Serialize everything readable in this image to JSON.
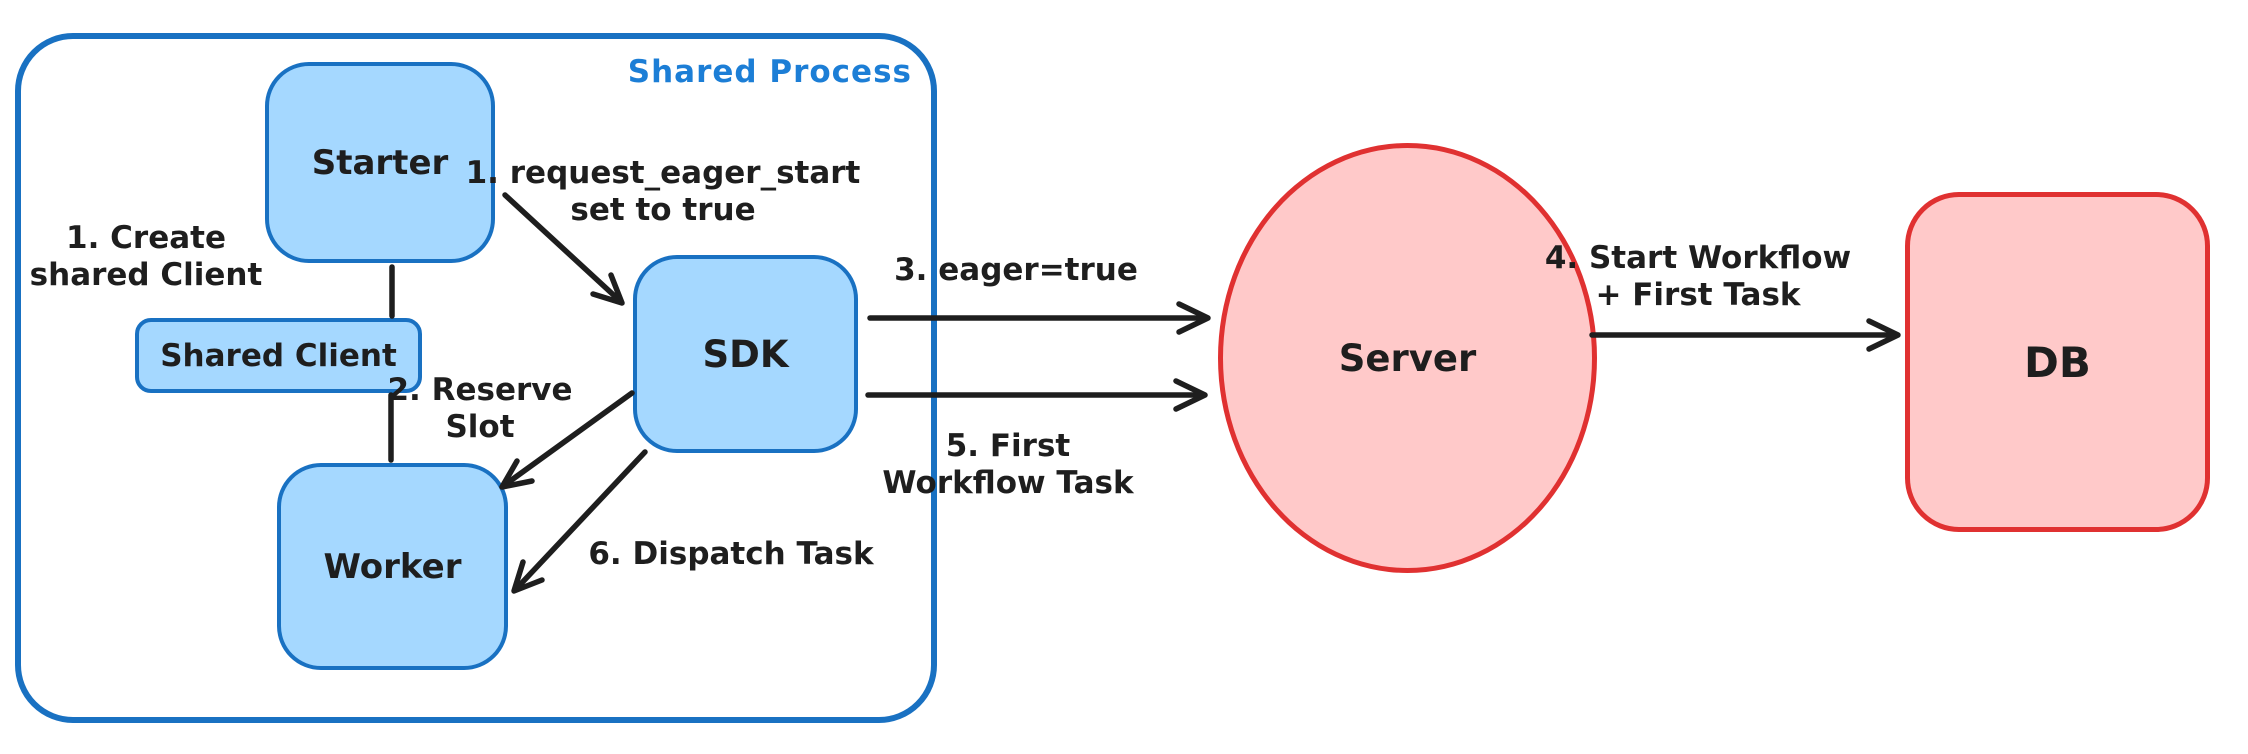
{
  "container": {
    "label": "Shared Process"
  },
  "nodes": {
    "starter": {
      "label": "Starter"
    },
    "shared_client": {
      "label": "Shared Client"
    },
    "worker": {
      "label": "Worker"
    },
    "sdk": {
      "label": "SDK"
    },
    "server": {
      "label": "Server"
    },
    "db": {
      "label": "DB"
    }
  },
  "annotations": {
    "create_shared_client": {
      "line1": "1. Create",
      "line2": "shared Client"
    },
    "request_eager_start": {
      "line1": "1. request_eager_start",
      "line2": "set to true"
    },
    "reserve_slot": {
      "line1": "2. Reserve",
      "line2": "Slot"
    },
    "eager_true": {
      "line1": "3. eager=true"
    },
    "start_workflow": {
      "line1": "4. Start Workflow",
      "line2": "+ First Task"
    },
    "first_workflow_task": {
      "line1": "5. First",
      "line2": "Workflow Task"
    },
    "dispatch_task": {
      "line1": "6. Dispatch Task"
    }
  },
  "colors": {
    "blue_stroke": "#1971c2",
    "blue_fill": "#a5d8ff",
    "blue_label": "#1c7ed6",
    "red_stroke": "#e03131",
    "red_fill": "#ffc9c9",
    "ink": "#1e1e1e",
    "bg": "#ffffff"
  }
}
